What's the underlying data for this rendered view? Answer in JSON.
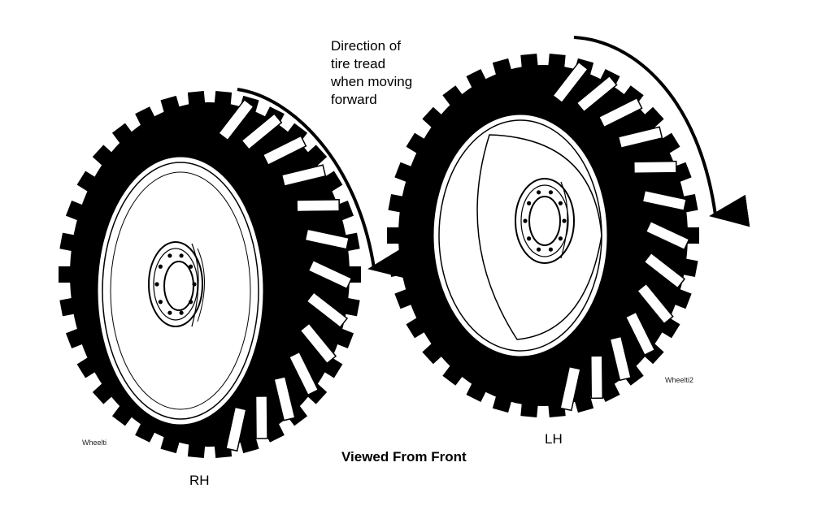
{
  "annotation": {
    "lines": [
      "Direction of",
      "tire tread",
      "when moving",
      "forward"
    ]
  },
  "labels": {
    "rh": "RH",
    "lh": "LH",
    "caption": "Viewed From Front",
    "rh_id": "Wheelti",
    "lh_id": "Wheelti2"
  },
  "colors": {
    "ink": "#000000",
    "paper": "#ffffff"
  },
  "icons": [
    "rotation-arrow-icon",
    "rotation-arrow-icon"
  ]
}
